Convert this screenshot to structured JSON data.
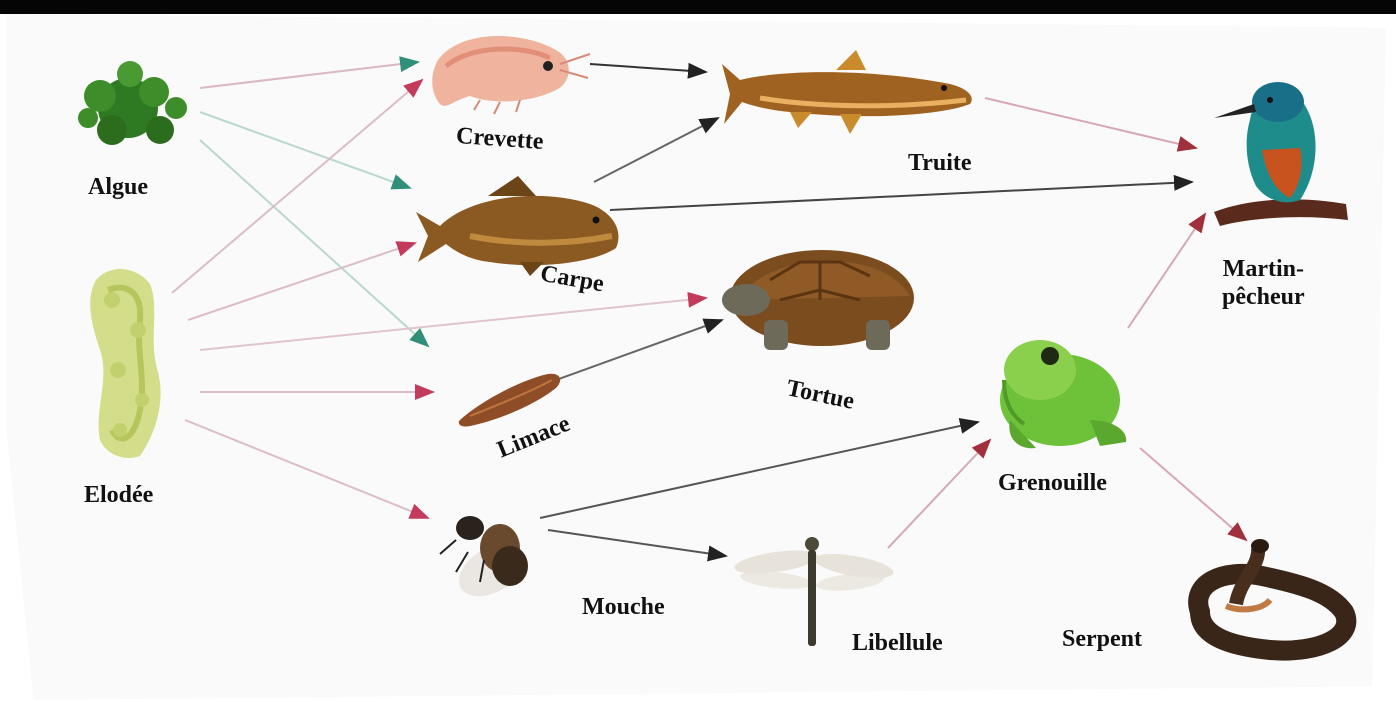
{
  "labels": {
    "algue": "Algue",
    "elodee": "Elodée",
    "crevette": "Crevette",
    "carpe": "Carpe",
    "limace": "Limace",
    "mouche": "Mouche",
    "truite": "Truite",
    "tortue": "Tortue",
    "libellule": "Libellule",
    "grenouille": "Grenouille",
    "martin_line1": "Martin-",
    "martin_line2": "pêcheur",
    "serpent": "Serpent"
  },
  "colors": {
    "arrow_from_plants": "#d8a8bb",
    "arrow_teal": "#6fb3a4",
    "arrow_dark": "#444444",
    "arrow_red": "#b0404f",
    "top_bar": "#050505"
  },
  "icons": [
    "algue-icon",
    "elodee-icon",
    "crevette-icon",
    "carpe-icon",
    "limace-icon",
    "mouche-icon",
    "truite-icon",
    "tortue-icon",
    "libellule-icon",
    "grenouille-icon",
    "martin-pecheur-icon",
    "serpent-icon"
  ]
}
